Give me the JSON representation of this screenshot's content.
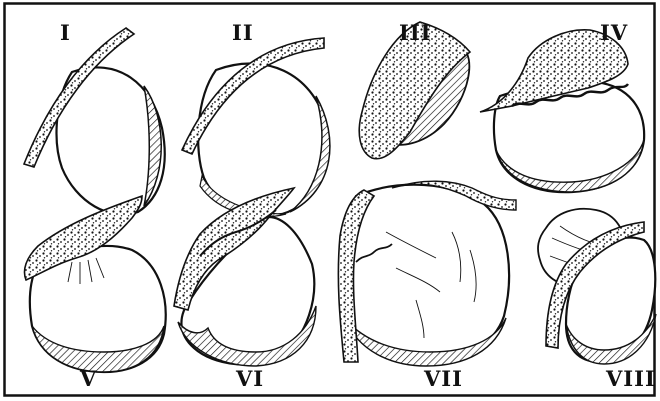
{
  "figure": {
    "panels": [
      {
        "label": "I"
      },
      {
        "label": "II"
      },
      {
        "label": "III"
      },
      {
        "label": "IV"
      },
      {
        "label": "V"
      },
      {
        "label": "VI"
      },
      {
        "label": "VII"
      },
      {
        "label": "VIII"
      }
    ]
  }
}
